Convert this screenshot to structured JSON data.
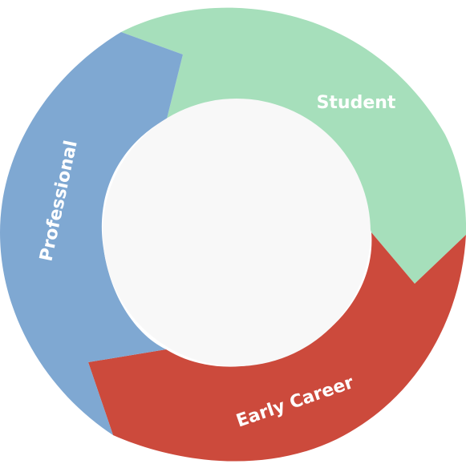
{
  "cycle": {
    "segments": [
      {
        "label": "Student",
        "color": "#a6dfbb"
      },
      {
        "label": "Early Career",
        "color": "#cc4a3c"
      },
      {
        "label": "Professional",
        "color": "#7fa8d2"
      }
    ],
    "center_color": "#f8f8f8"
  }
}
